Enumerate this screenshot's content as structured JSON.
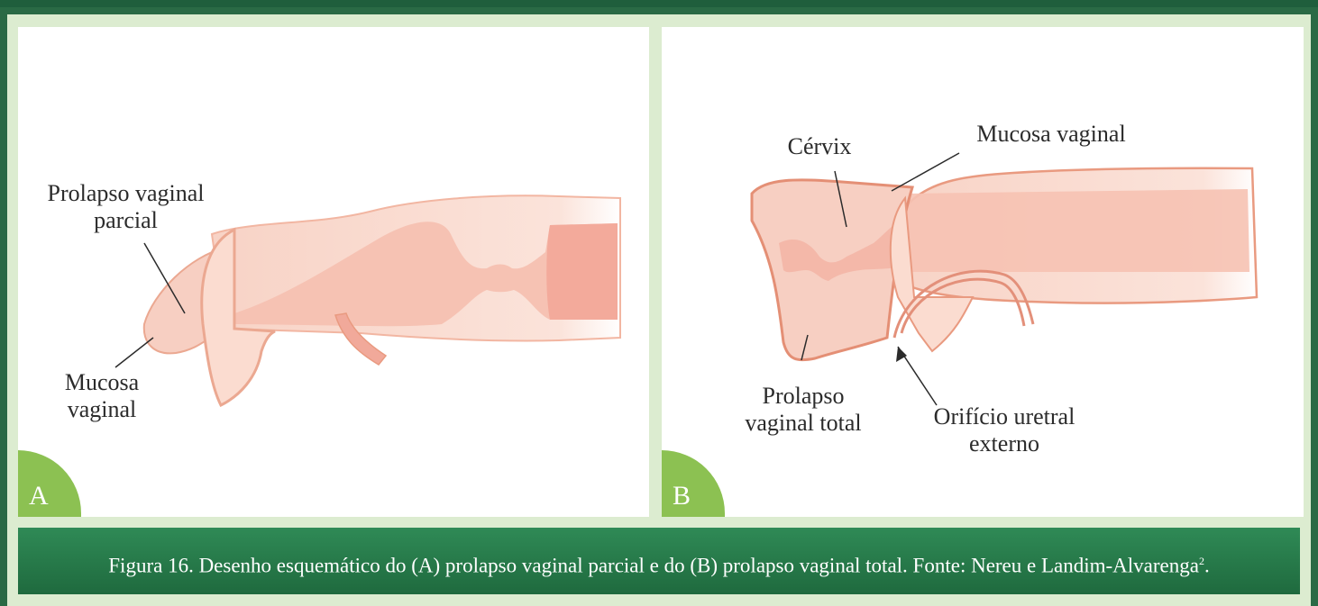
{
  "panel_a": {
    "letter": "A",
    "label_prolapso_line1": "Prolapso vaginal",
    "label_prolapso_line2": "parcial",
    "label_mucosa_line1": "Mucosa",
    "label_mucosa_line2": "vaginal"
  },
  "panel_b": {
    "letter": "B",
    "label_cervix": "Cérvix",
    "label_mucosa": "Mucosa vaginal",
    "label_prolapso_line1": "Prolapso",
    "label_prolapso_line2": "vaginal total",
    "label_orificio_line1": "Orifício uretral",
    "label_orificio_line2": "externo"
  },
  "caption": {
    "text": "Figura 16. Desenho esquemático do (A) prolapso vaginal parcial e do (B) prolapso vaginal total. Fonte: Nereu e Landim-Alvarenga",
    "ref": "2",
    "end": "."
  },
  "colors": {
    "tissue_fill": "#f8d3c6",
    "tissue_dark": "#f4b3a3",
    "outline": "#e99a80",
    "badge": "#8cc152",
    "caption_bg": "#2a7a4c"
  }
}
